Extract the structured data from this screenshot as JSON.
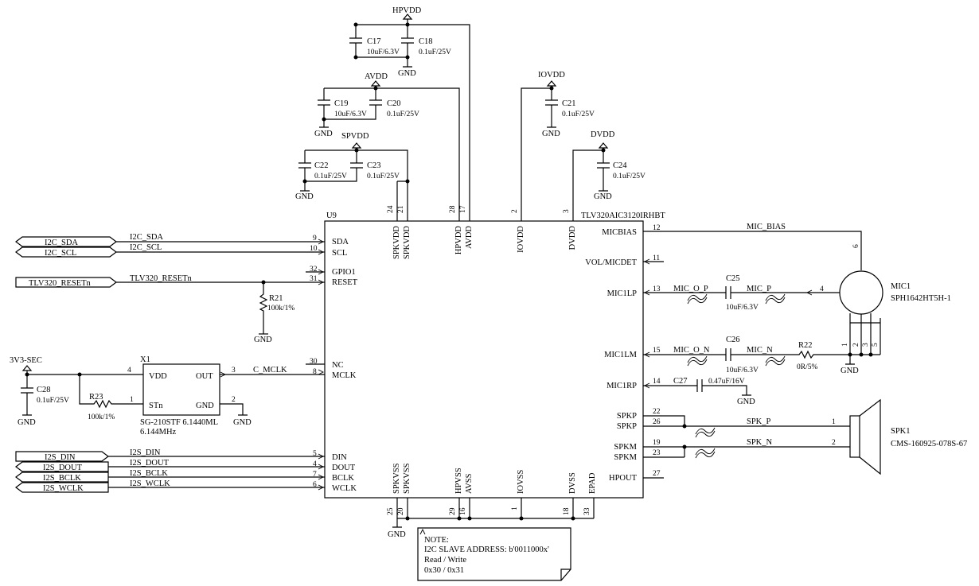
{
  "chip": {
    "ref": "U9",
    "part": "TLV320AIC3120IRHBT",
    "left_pins": [
      {
        "num": "9",
        "name": "SDA"
      },
      {
        "num": "10",
        "name": "SCL"
      },
      {
        "num": "32",
        "name": "GPIO1"
      },
      {
        "num": "31",
        "name": "RESET"
      },
      {
        "num": "30",
        "name": "NC"
      },
      {
        "num": "8",
        "name": "MCLK"
      },
      {
        "num": "5",
        "name": "DIN"
      },
      {
        "num": "4",
        "name": "DOUT"
      },
      {
        "num": "7",
        "name": "BCLK"
      },
      {
        "num": "6",
        "name": "WCLK"
      }
    ],
    "right_pins": [
      {
        "num": "12",
        "name": "MICBIAS"
      },
      {
        "num": "11",
        "name": "VOL/MICDET"
      },
      {
        "num": "13",
        "name": "MIC1LP"
      },
      {
        "num": "15",
        "name": "MIC1LM"
      },
      {
        "num": "14",
        "name": "MIC1RP"
      },
      {
        "num": "22",
        "name": "SPKP"
      },
      {
        "num": "26",
        "name": "SPKP"
      },
      {
        "num": "19",
        "name": "SPKM"
      },
      {
        "num": "23",
        "name": "SPKM"
      },
      {
        "num": "27",
        "name": "HPOUT"
      }
    ],
    "top_pins": [
      {
        "num": "24",
        "name": "SPKVDD"
      },
      {
        "num": "21",
        "name": "SPKVDD"
      },
      {
        "num": "28",
        "name": "HPVDD"
      },
      {
        "num": "17",
        "name": "AVDD"
      },
      {
        "num": "2",
        "name": "IOVDD"
      },
      {
        "num": "3",
        "name": "DVDD"
      }
    ],
    "bottom_pins": [
      {
        "num": "25",
        "name": "SPKVSS"
      },
      {
        "num": "20",
        "name": "SPKVSS"
      },
      {
        "num": "29",
        "name": "HPVSS"
      },
      {
        "num": "16",
        "name": "AVSS"
      },
      {
        "num": "1",
        "name": "IOVSS"
      },
      {
        "num": "18",
        "name": "DVSS"
      },
      {
        "num": "33",
        "name": "EPAD"
      }
    ]
  },
  "ports": {
    "i2c_sda": "I2C_SDA",
    "i2c_scl": "I2C_SCL",
    "reset": "TLV320_RESETn",
    "i2s_din": "I2S_DIN",
    "i2s_dout": "I2S_DOUT",
    "i2s_bclk": "I2S_BCLK",
    "i2s_wclk": "I2S_WCLK"
  },
  "nets": {
    "i2c_sda": "I2C_SDA",
    "i2c_scl": "I2C_SCL",
    "reset": "TLV320_RESETn",
    "c_mclk": "C_MCLK",
    "i2s_din": "I2S_DIN",
    "i2s_dout": "I2S_DOUT",
    "i2s_bclk": "I2S_BCLK",
    "i2s_wclk": "I2S_WCLK",
    "mic_bias": "MIC_BIAS",
    "mic_o_p": "MIC_O_P",
    "mic_p": "MIC_P",
    "mic_o_n": "MIC_O_N",
    "mic_n": "MIC_N",
    "spk_p": "SPK_P",
    "spk_n": "SPK_N"
  },
  "power": {
    "hpvdd": "HPVDD",
    "avdd": "AVDD",
    "spvdd": "SPVDD",
    "iovdd": "IOVDD",
    "dvdd": "DVDD",
    "v3v3": "3V3-SEC",
    "gnd": "GND"
  },
  "caps": {
    "c17": {
      "ref": "C17",
      "value": "10uF/6.3V"
    },
    "c18": {
      "ref": "C18",
      "value": "0.1uF/25V"
    },
    "c19": {
      "ref": "C19",
      "value": "10uF/6.3V"
    },
    "c20": {
      "ref": "C20",
      "value": "0.1uF/25V"
    },
    "c22": {
      "ref": "C22",
      "value": "0.1uF/25V"
    },
    "c23": {
      "ref": "C23",
      "value": "0.1uF/25V"
    },
    "c21": {
      "ref": "C21",
      "value": "0.1uF/25V"
    },
    "c24": {
      "ref": "C24",
      "value": "0.1uF/25V"
    },
    "c25": {
      "ref": "C25",
      "value": "10uF/6.3V"
    },
    "c26": {
      "ref": "C26",
      "value": "10uF/6.3V"
    },
    "c27": {
      "ref": "C27",
      "value": "0.47uF/16V"
    },
    "c28": {
      "ref": "C28",
      "value": "0.1uF/25V"
    }
  },
  "resistors": {
    "r21": {
      "ref": "R21",
      "value": "100k/1%"
    },
    "r22": {
      "ref": "R22",
      "value": "0R/5%"
    },
    "r23": {
      "ref": "R23",
      "value": "100k/1%"
    }
  },
  "osc": {
    "ref": "X1",
    "part": "SG-210STF 6.1440ML",
    "freq": "6.144MHz",
    "pin_vdd": "VDD",
    "pin_out": "OUT",
    "pin_stn": "STn",
    "pin_gnd": "GND",
    "pin4": "4",
    "pin3": "3",
    "pin1": "1",
    "pin2": "2"
  },
  "mic": {
    "ref": "MIC1",
    "part": "SPH1642HT5H-1",
    "pin6": "6",
    "pin4": "4",
    "pins_bottom": [
      "1",
      "2",
      "3",
      "5"
    ]
  },
  "speaker": {
    "ref": "SPK1",
    "part": "CMS-160925-078S-67",
    "pin1": "1",
    "pin2": "2"
  },
  "note": {
    "lines": [
      "NOTE:",
      "I2C SLAVE ADDRESS: b'0011000x'",
      "Read / Write",
      "0x30  /  0x31"
    ]
  }
}
